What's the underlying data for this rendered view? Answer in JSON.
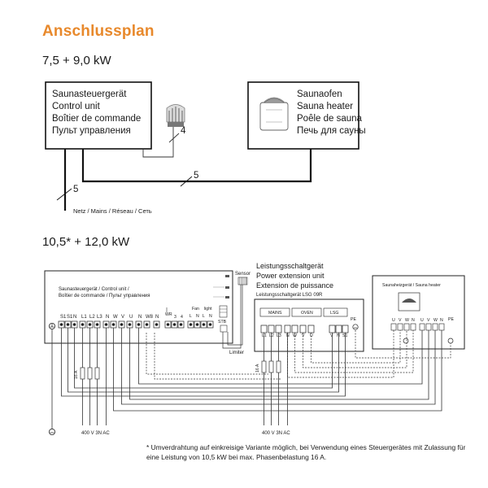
{
  "title": "Anschlussplan",
  "small_variant": {
    "heading": "7,5 + 9,0 kW",
    "control_unit": [
      "Saunasteuergerät",
      "Control unit",
      "Boîtier de commande",
      "Пульт управления"
    ],
    "heater": [
      "Saunaofen",
      "Sauna heater",
      "Poêle de sauna",
      "Печь для сауны"
    ],
    "sensor_wire": "4",
    "heater_wire": "5",
    "mains_wire": "5",
    "mains_label": "Netz / Mains / Réseau / Сеть"
  },
  "large_variant": {
    "heading": "10,5* + 12,0 kW",
    "control_unit_label": [
      "Saunasteuergerät / Control unit /",
      "Boîtier de commande / Пульт управления"
    ],
    "control_terminals": [
      "S1",
      "S1",
      "N",
      "L1",
      "L2",
      "L3",
      "N",
      "W",
      "V",
      "U",
      "N",
      "W8",
      "N"
    ],
    "wr_terminals": [
      "WR",
      "3",
      "4"
    ],
    "fan_label": "Fan",
    "light_label": "light",
    "fan_light_terminals": [
      "L",
      "N",
      "L",
      "N"
    ],
    "stb_label": "STB",
    "sensor_label": "Sensor",
    "limiter_label": "Limiter",
    "lsg_title": [
      "Leistungsschaltgerät",
      "Power extension unit",
      "Extension de puissance"
    ],
    "lsg_model": "Leistungsschaltgerät LSG 09R",
    "lsg_groups": [
      "MAINS",
      "OVEN",
      "LSG"
    ],
    "lsg_terminals": [
      "L1",
      "L2",
      "L3",
      "N",
      "W",
      "V",
      "U"
    ],
    "lsg_ctrl_terminals": [
      "V",
      "N",
      "S1"
    ],
    "pe_label": "PE",
    "heater_label": "Saunaheizgerät / Sauna heater",
    "heater_terminals_a": [
      "U",
      "V",
      "W",
      "N"
    ],
    "heater_terminals_b": [
      "U",
      "V",
      "W",
      "N"
    ],
    "fuse_label": "16 A",
    "supply_left": "400 V 3N AC",
    "supply_right": "400 V 3N AC"
  },
  "footnote": "* Umverdrahtung auf einkreisige Variante möglich, bei Verwendung eines Steuergerätes mit Zulassung für eine Leistung von 10,5 kW bei max. Phasenbelastung 16 A."
}
